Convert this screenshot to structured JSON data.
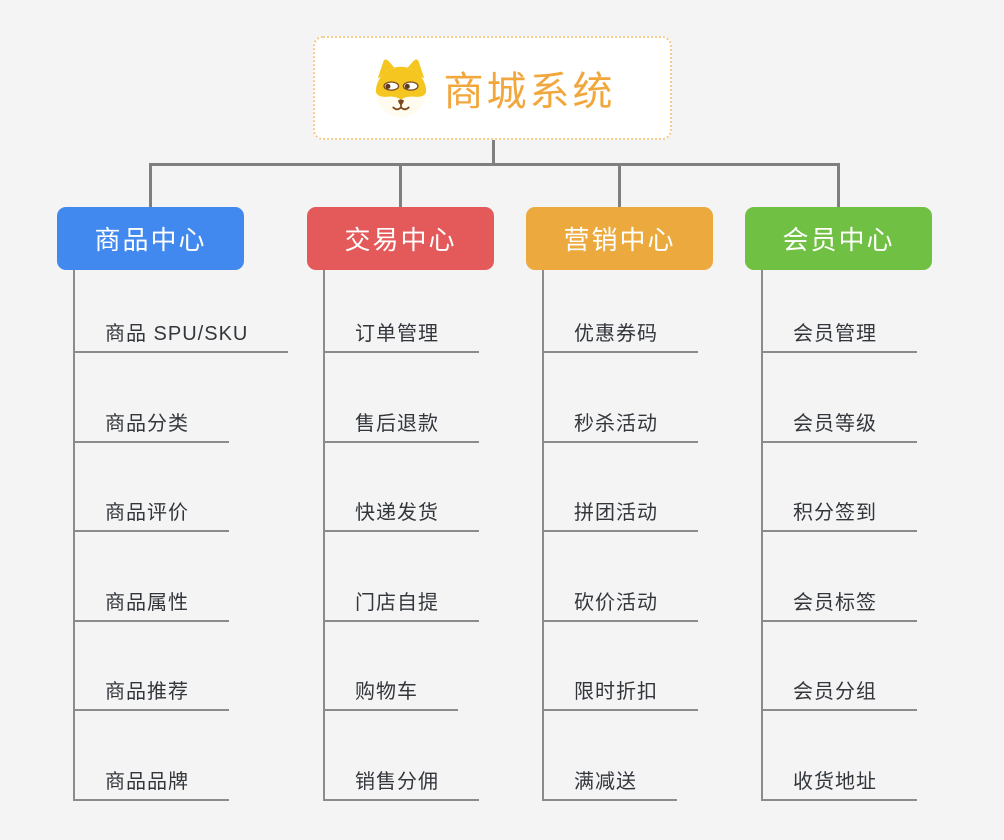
{
  "root": {
    "label": "商城系统",
    "icon": "dog-face-icon",
    "text_color": "#f2a73d",
    "border_color": "#f6cb8d"
  },
  "colors": {
    "background": "#f4f4f4",
    "connector": "#7f7f7f",
    "underline": "#8b8b8b",
    "child_text": "#33373c"
  },
  "branches": [
    {
      "label": "商品中心",
      "color": "#4189ef",
      "children": [
        "商品 SPU/SKU",
        "商品分类",
        "商品评价",
        "商品属性",
        "商品推荐",
        "商品品牌"
      ]
    },
    {
      "label": "交易中心",
      "color": "#e45a5a",
      "children": [
        "订单管理",
        "售后退款",
        "快递发货",
        "门店自提",
        "购物车",
        "销售分佣"
      ]
    },
    {
      "label": "营销中心",
      "color": "#ecaa3e",
      "children": [
        "优惠券码",
        "秒杀活动",
        "拼团活动",
        "砍价活动",
        "限时折扣",
        "满减送"
      ]
    },
    {
      "label": "会员中心",
      "color": "#70c043",
      "children": [
        "会员管理",
        "会员等级",
        "积分签到",
        "会员标签",
        "会员分组",
        "收货地址"
      ]
    }
  ]
}
